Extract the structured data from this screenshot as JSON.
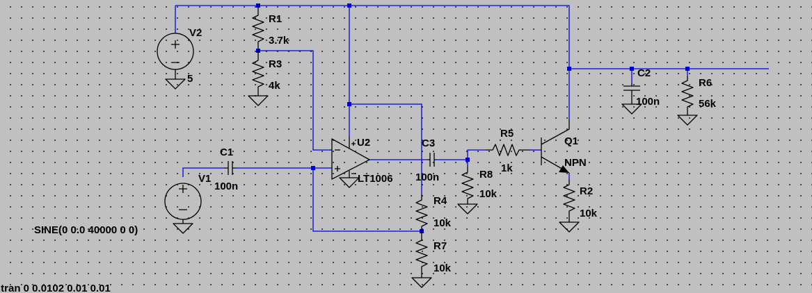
{
  "components": {
    "V1": {
      "name": "V1",
      "value": "SINE(0 0.0 40000 0 0)"
    },
    "V2": {
      "name": "V2",
      "value": "5"
    },
    "R1": {
      "name": "R1",
      "value": "3.7k"
    },
    "R2": {
      "name": "R2",
      "value": "10k"
    },
    "R3": {
      "name": "R3",
      "value": "4k"
    },
    "R4": {
      "name": "R4",
      "value": "10k"
    },
    "R5": {
      "name": "R5",
      "value": "1k"
    },
    "R6": {
      "name": "R6",
      "value": "56k"
    },
    "R7": {
      "name": "R7",
      "value": "10k"
    },
    "R8": {
      "name": "R8",
      "value": "10k"
    },
    "C1": {
      "name": "C1",
      "value": "100n"
    },
    "C2": {
      "name": "C2",
      "value": "100n"
    },
    "C3": {
      "name": "C3",
      "value": "100n"
    },
    "U2": {
      "name": "U2",
      "value": "LT1006"
    },
    "Q1": {
      "name": "Q1",
      "value": "NPN"
    }
  },
  "directive": ".tran 0 0.0102 0.01 0.01",
  "colors": {
    "background": "#c0c0c0",
    "wire": "#0000e6",
    "component": "#000000"
  }
}
